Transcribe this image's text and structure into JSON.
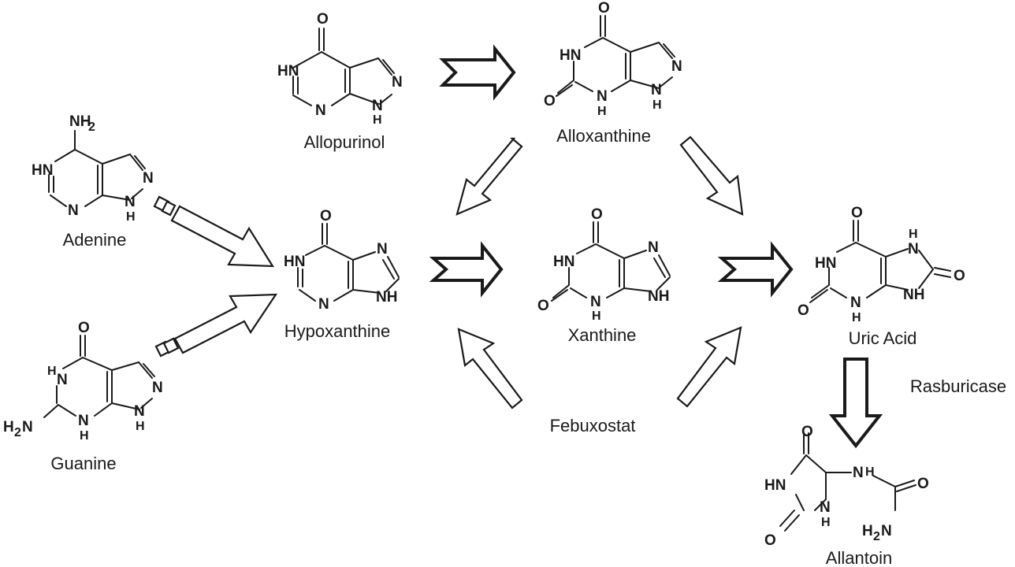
{
  "compounds": {
    "allopurinol": "Allopurinol",
    "alloxanthine": "Alloxanthine",
    "adenine": "Adenine",
    "hypoxanthine": "Hypoxanthine",
    "xanthine": "Xanthine",
    "uric_acid": "Uric Acid",
    "guanine": "Guanine",
    "allantoin": "Allantoin"
  },
  "agents": {
    "febuxostat": "Febuxostat",
    "rasburicase": "Rasburicase"
  },
  "atoms": {
    "O": "O",
    "N": "N",
    "H": "H",
    "HN": "HN",
    "NH": "NH",
    "NH2_top": "NH",
    "sub2": "2",
    "H2N": "H",
    "H2N_rest": "N",
    "H2N_sub": "2"
  }
}
